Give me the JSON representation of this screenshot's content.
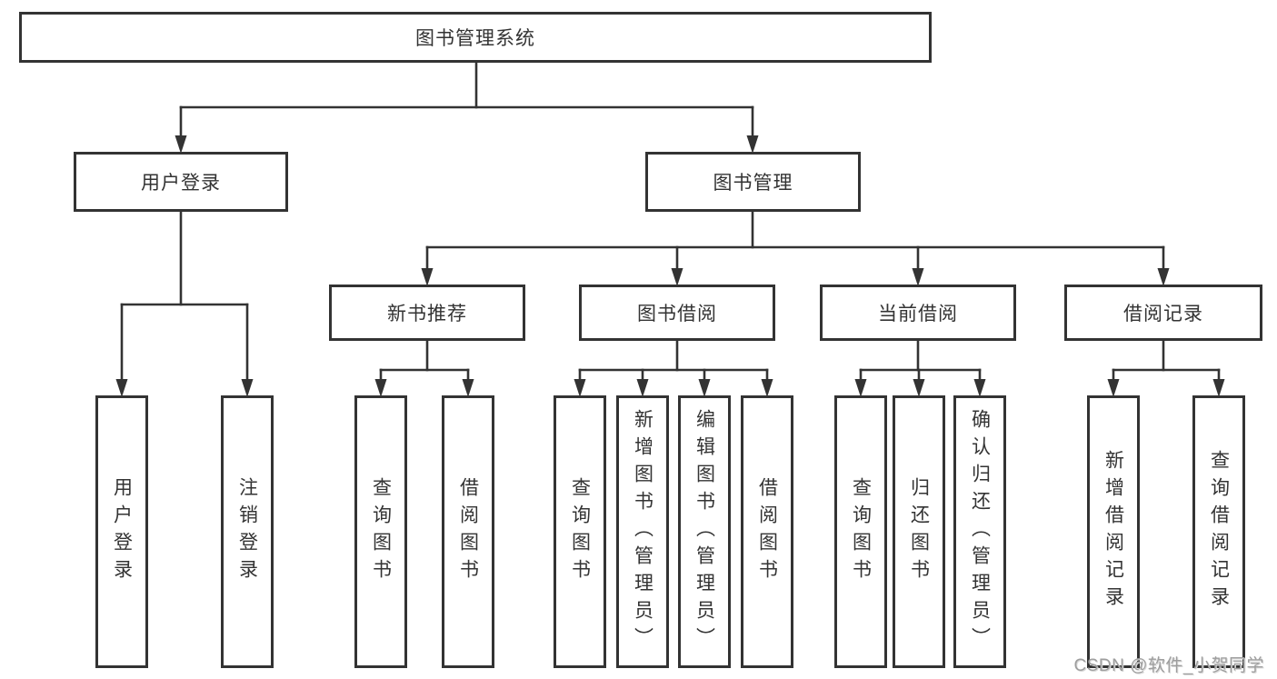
{
  "diagram_type": "hierarchy-tree",
  "colors": {
    "box_border": "#333333",
    "connector_line": "#333333",
    "text": "#333333",
    "background": "#ffffff",
    "watermark": "#9e9e9e"
  },
  "nodes": {
    "root": {
      "label": "图书管理系统"
    },
    "level2": [
      {
        "label": "用户登录"
      },
      {
        "label": "图书管理"
      }
    ],
    "level3": [
      {
        "label": "新书推荐"
      },
      {
        "label": "图书借阅"
      },
      {
        "label": "当前借阅"
      },
      {
        "label": "借阅记录"
      }
    ],
    "leaf_groups": [
      {
        "parent": "用户登录",
        "items": [
          {
            "label": "用户登录"
          },
          {
            "label": "注销登录"
          }
        ]
      },
      {
        "parent": "新书推荐",
        "items": [
          {
            "label": "查询图书"
          },
          {
            "label": "借阅图书"
          }
        ]
      },
      {
        "parent": "图书借阅",
        "items": [
          {
            "label": "查询图书"
          },
          {
            "label": "新增图书（管理员）"
          },
          {
            "label": "编辑图书（管理员）"
          },
          {
            "label": "借阅图书"
          }
        ]
      },
      {
        "parent": "当前借阅",
        "items": [
          {
            "label": "查询图书"
          },
          {
            "label": "归还图书"
          },
          {
            "label": "确认归还（管理员）"
          }
        ]
      },
      {
        "parent": "借阅记录",
        "items": [
          {
            "label": "新增借阅记录"
          },
          {
            "label": "查询借阅记录"
          }
        ]
      }
    ]
  },
  "watermark": {
    "text": "CSDN @软件_小贺同学"
  }
}
